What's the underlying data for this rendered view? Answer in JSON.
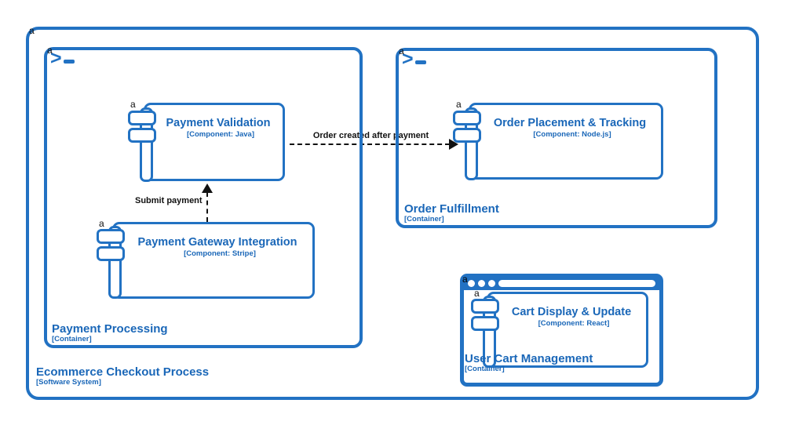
{
  "colors": {
    "primary_blue": "#2272c3",
    "text_blue": "#1a67b8",
    "relationship_black": "#111111",
    "background": "#ffffff"
  },
  "icons": {
    "terminal_gt": ">",
    "terminal": "terminal-prompt >_",
    "component": "uml-component-tabs",
    "browser": "browser-window-dots-addressbar"
  },
  "system": {
    "anchor": "a",
    "name": "Ecommerce Checkout Process",
    "meta": "[Software System]"
  },
  "containers": {
    "payment_processing": {
      "anchor": "a",
      "name": "Payment Processing",
      "meta": "[Container]"
    },
    "order_fulfillment": {
      "anchor": "a",
      "name": "Order Fulfillment",
      "meta": "[Container]"
    },
    "user_cart_management": {
      "anchor": "a",
      "name": "User Cart Management",
      "meta": "[Container]"
    }
  },
  "components": {
    "payment_validation": {
      "anchor": "a",
      "name": "Payment Validation",
      "meta": "[Component: Java]"
    },
    "payment_gateway_integration": {
      "anchor": "a",
      "name": "Payment Gateway Integration",
      "meta": "[Component: Stripe]"
    },
    "order_placement_tracking": {
      "anchor": "a",
      "name": "Order Placement & Tracking",
      "meta": "[Component: Node.js]"
    },
    "cart_display_update": {
      "anchor": "a",
      "name": "Cart Display & Update",
      "meta": "[Component: React]"
    }
  },
  "relationships": {
    "submit_payment": {
      "label": "Submit payment"
    },
    "order_created_after_payment": {
      "label": "Order created after payment"
    }
  }
}
